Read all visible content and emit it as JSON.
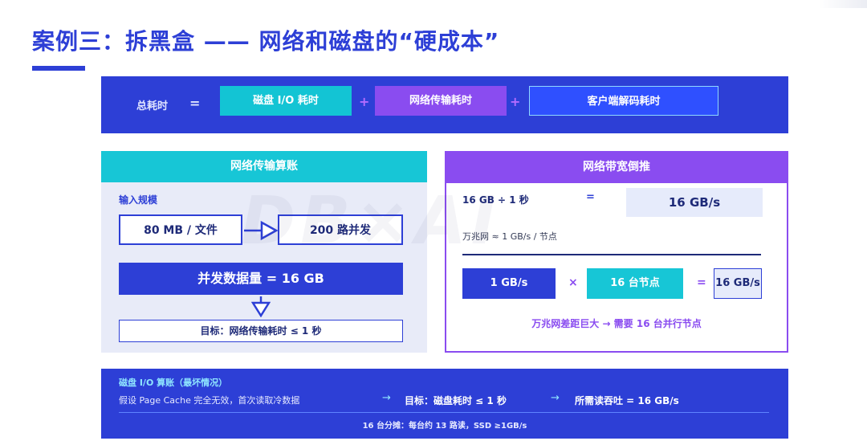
{
  "title": "案例三：拆黑盒 —— 网络和磁盘的“硬成本”",
  "formula": {
    "label": "总耗时",
    "eq": "=",
    "plus": "+",
    "disk": "磁盘 I/O 耗时",
    "network": "网络传输耗时",
    "client": "客户端解码耗时"
  },
  "left_panel": {
    "header": "网络传输算账",
    "input_label": "输入规模",
    "file_size": "80 MB / 文件",
    "concurrency": "200 路并发",
    "total": "并发数据量 = 16 GB",
    "goal": "目标：网络传输耗时 ≤ 1 秒"
  },
  "right_panel": {
    "header": "网络带宽倒推",
    "equation_left": "16 GB ÷ 1 秒",
    "equation_sign": "=",
    "result": "16 GB/s",
    "note": "万兆网 ≈ 1 GB/s / 节点",
    "per_node": "1 GB/s",
    "times": "×",
    "nodes": "16 台节点",
    "equals": "=",
    "product": "16 GB/s",
    "conclusion": "万兆网差距巨大 → 需要 16 台并行节点"
  },
  "bottom": {
    "title": "磁盘 I/O 算账（最坏情况）",
    "assumption": "假设 Page Cache 完全无效，首次读取冷数据",
    "arrow": "→",
    "goal": "目标：磁盘耗时 ≤ 1 秒",
    "throughput": "所需读吞吐 = 16 GB/s",
    "note": "16 台分摊：每台约 13 路读，SSD ≥1GB/s"
  },
  "watermark": "DB×AI",
  "colors": {
    "primary": "#2d3fd6",
    "cyan": "#17c6d6",
    "purple": "#8a4cf0"
  }
}
